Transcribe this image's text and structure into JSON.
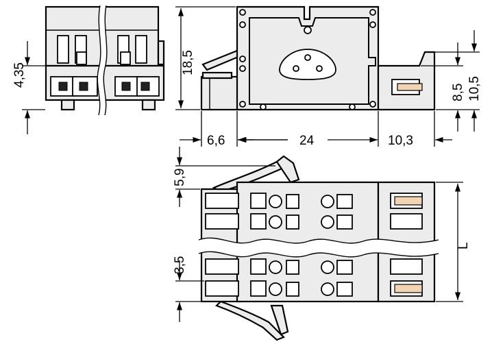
{
  "dimensions": {
    "pin_offset": "4,35",
    "height_total": "18,5",
    "latch_length": "6,6",
    "body_width": "24",
    "rear_length": "10,3",
    "rear_height_outer": "10,5",
    "rear_height_inner": "8,5",
    "latch_offset_bottom_view": "5,9",
    "pitch": "3,5",
    "length_label": "L"
  },
  "colors": {
    "line": "#000000",
    "housing": "#ececec",
    "contact_pin": "#f2d3b4",
    "background": "#ffffff"
  }
}
